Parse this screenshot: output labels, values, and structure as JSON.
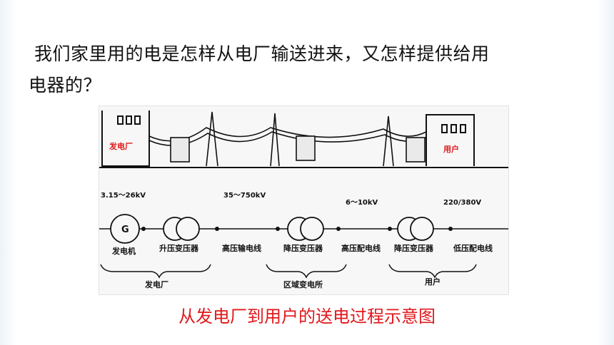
{
  "slide": {
    "question_line1": "我们家里用的电是怎样从电厂输送进来，又怎样提供给用",
    "question_line2": "电器的？",
    "caption": "从发电厂到用户的送电过程示意图",
    "caption_color": "#e0181b"
  },
  "diagram": {
    "plant_label": "发电厂",
    "user_label": "用户",
    "voltages": {
      "gen": "3.15～26kV",
      "trans": "35～750kV",
      "dist": "6～10kV",
      "low": "220/380V"
    },
    "generator_symbol": "G",
    "components": {
      "generator": "发电机",
      "stepup": "升压变压器",
      "hv_line": "高压输电线",
      "stepdown1": "降压变压器",
      "dist_line": "高压配电线",
      "stepdown2": "降压变压器",
      "low_line": "低压配电线"
    },
    "groups": {
      "plant": "发电厂",
      "substation": "区域变电所",
      "user": "用户"
    }
  }
}
